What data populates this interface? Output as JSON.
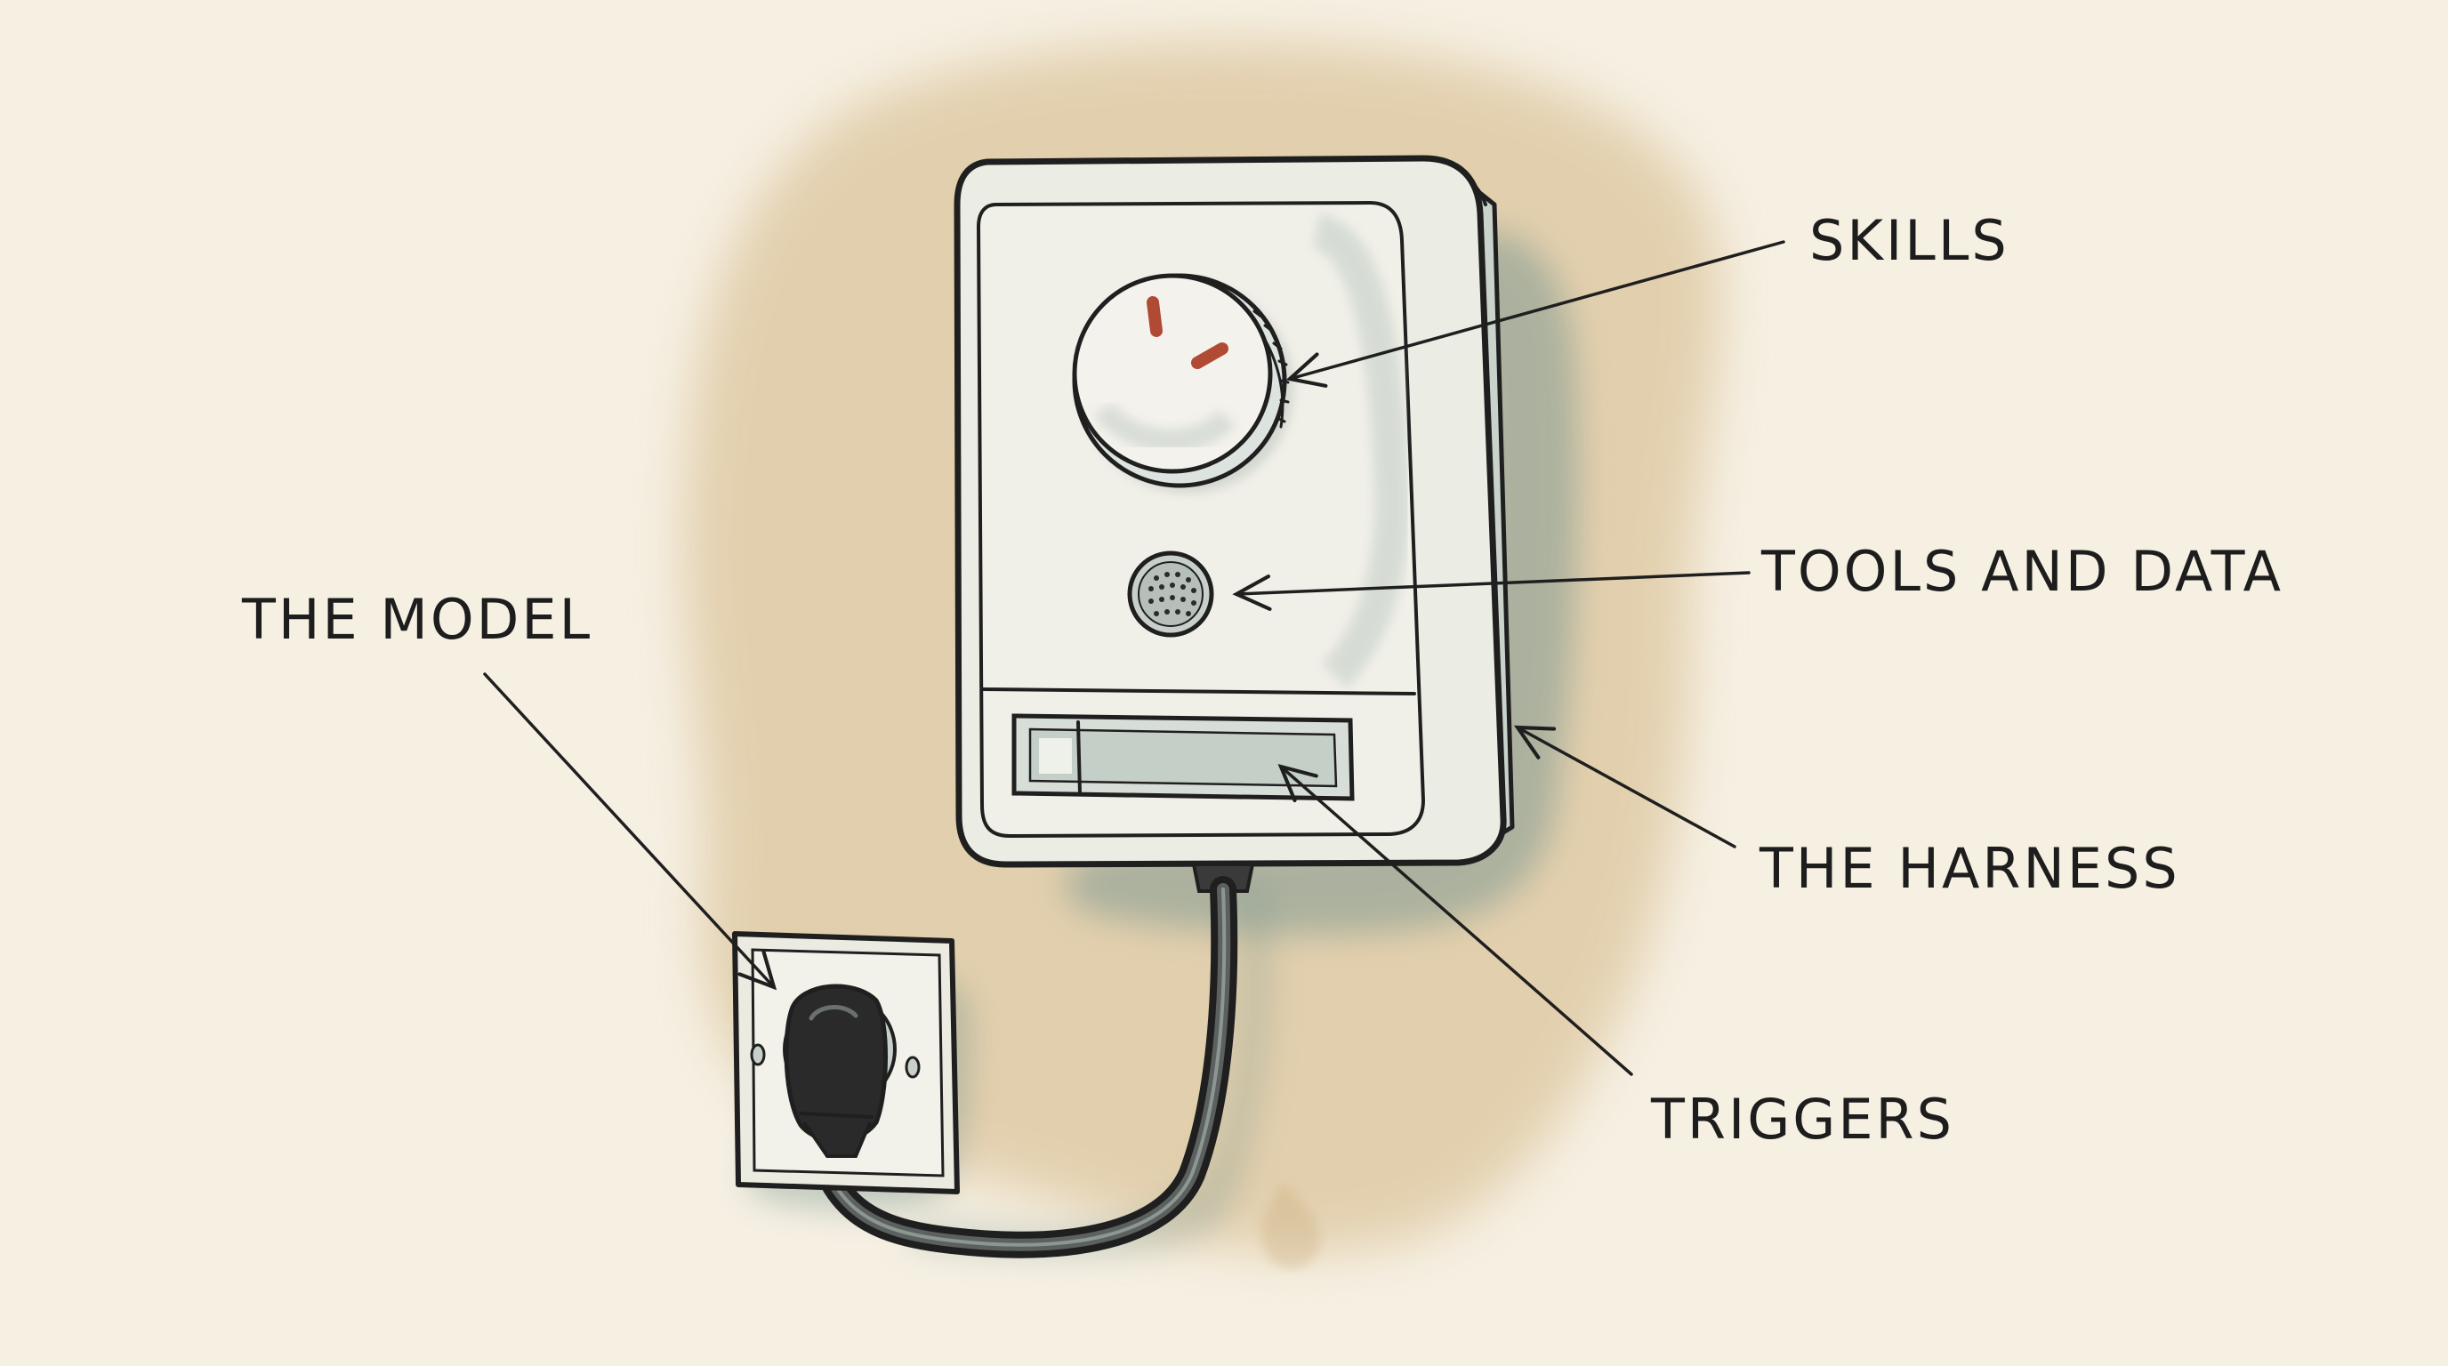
{
  "labels": {
    "skills": "SKILLS",
    "tools": "TOOLS AND DATA",
    "model": "THE MODEL",
    "harness": "THE HARNESS",
    "triggers": "TRIGGERS"
  },
  "colors": {
    "paper": "#f6f0e3",
    "beige_wash": "#dcc59c",
    "teal_wash": "#7f9a92",
    "ink": "#1f1f1f",
    "dial_marks": "#b04a34"
  },
  "icons": [
    "wall-device",
    "dial",
    "speaker-grille",
    "slot",
    "power-socket",
    "plug",
    "cable"
  ]
}
